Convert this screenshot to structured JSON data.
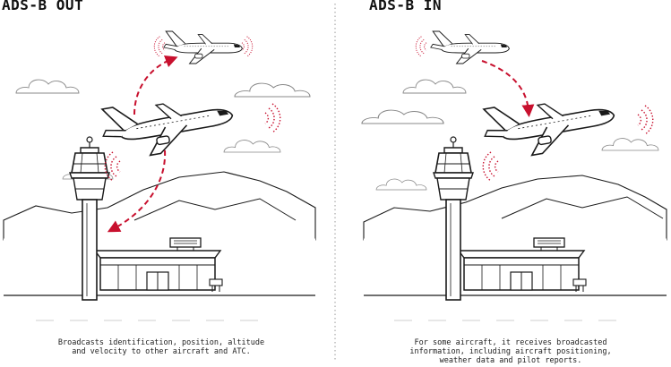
{
  "left_panel": {
    "title": "ADS-B OUT",
    "caption_lines": [
      "Broadcasts identification, position, altitude",
      "and velocity to other aircraft and ATC."
    ]
  },
  "right_panel": {
    "title": "ADS-B IN",
    "caption_lines": [
      "For some aircraft, it receives broadcasted",
      "information, including aircraft positioning,",
      "weather data and pilot reports."
    ]
  },
  "colors": {
    "accent": "#c8102e",
    "ink": "#1a1a1a",
    "divider": "#999999"
  },
  "icons": [
    "airplane-icon",
    "control-tower-icon",
    "terminal-building-icon",
    "signal-waves-icon",
    "mountains-icon",
    "cloud-icon"
  ]
}
